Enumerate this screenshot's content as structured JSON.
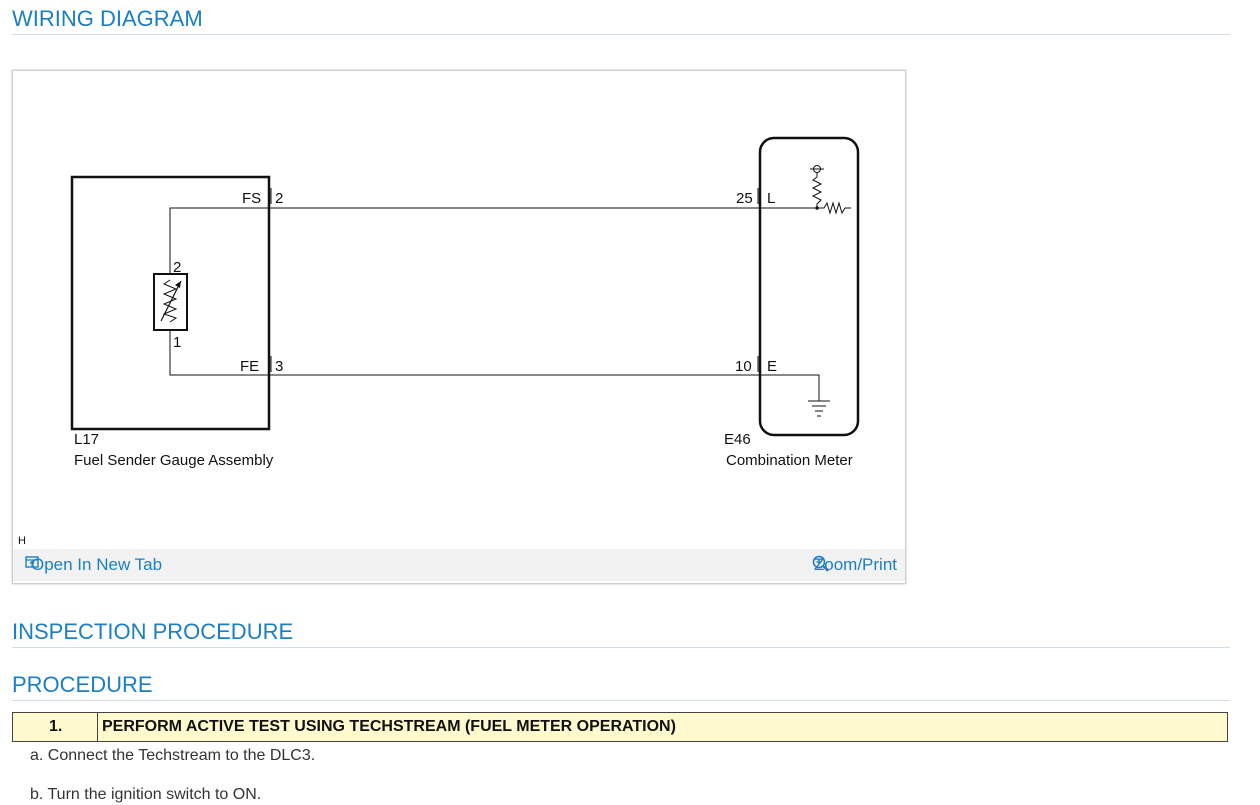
{
  "headings": {
    "wiring": "WIRING DIAGRAM",
    "inspection": "INSPECTION PROCEDURE",
    "procedure": "PROCEDURE"
  },
  "diagram": {
    "left_pin_fs": "FS",
    "left_pin_fs_num": "2",
    "left_pin_fe": "FE",
    "left_pin_fe_num": "3",
    "sensor_pin_top": "2",
    "sensor_pin_bottom": "1",
    "right_pin_l_num": "25",
    "right_pin_l": "L",
    "right_pin_e_num": "10",
    "right_pin_e": "E",
    "left_code": "L17",
    "left_name": "Fuel Sender Gauge Assembly",
    "right_code": "E46",
    "right_name": "Combination Meter",
    "corner_mark": "H"
  },
  "toolbar": {
    "open_label": "Open In New Tab",
    "zoom_label": "Zoom/Print",
    "open_icon": "open-new-tab-icon",
    "zoom_icon": "zoom-icon"
  },
  "procedure": {
    "step_number": "1.",
    "step_title": "PERFORM ACTIVE TEST USING TECHSTREAM (FUEL METER OPERATION)",
    "instructions": [
      "a. Connect the Techstream to the DLC3.",
      "b. Turn the ignition switch to ON."
    ]
  },
  "colors": {
    "heading": "#1a7fc4",
    "step_bg": "#fffacd"
  }
}
